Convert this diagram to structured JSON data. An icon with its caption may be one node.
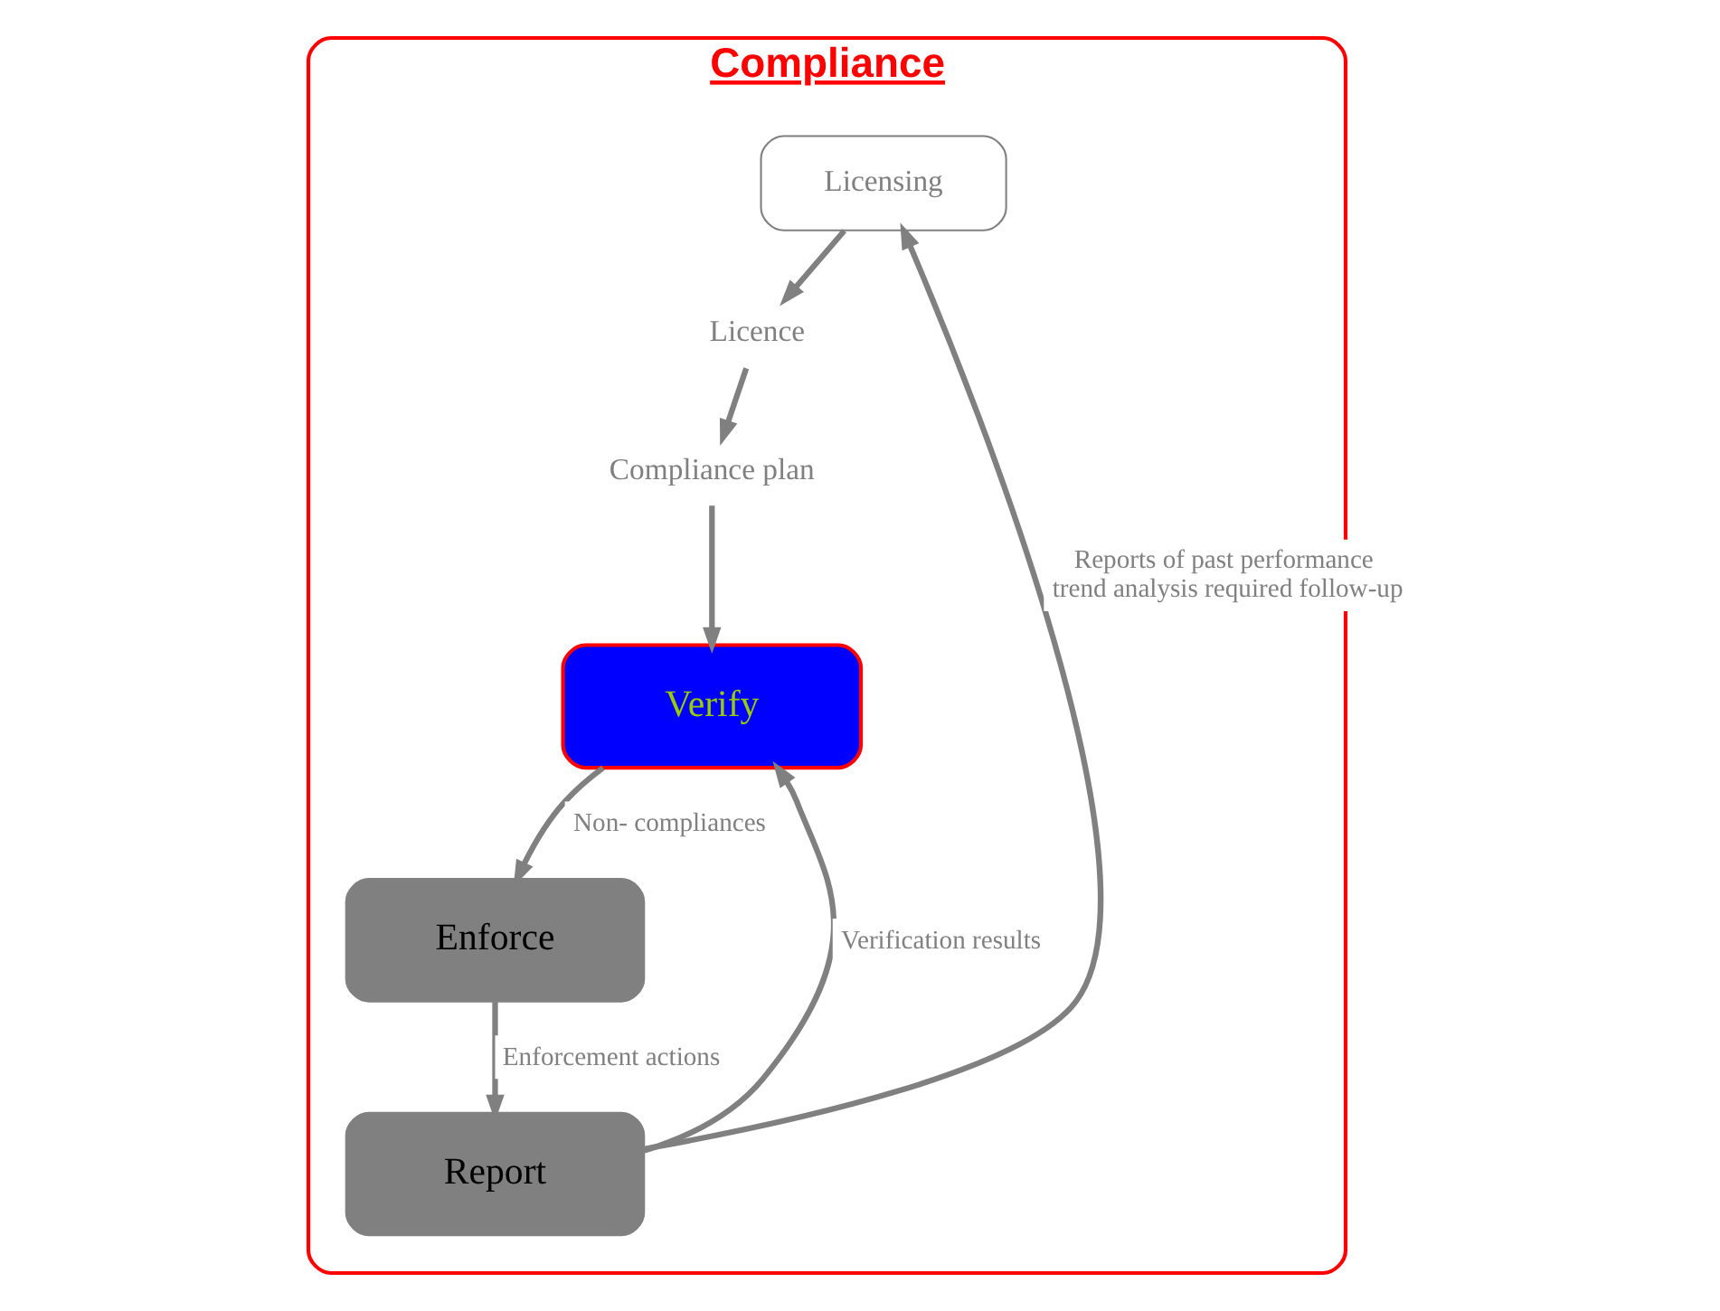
{
  "diagram": {
    "nodes": [
      {
        "text": [
          "Compliance"
        ]
      },
      {
        "text": [
          "Licensing"
        ],
        "in": 0
      },
      {
        "text": [
          "Licence"
        ],
        "in": 0
      },
      {
        "text": [
          "Compliance plan"
        ],
        "in": 0
      },
      {
        "text": [
          "Verify"
        ],
        "in": 0
      },
      {
        "text": [
          "Enforce"
        ],
        "in": 0
      },
      {
        "text": [
          "Report"
        ],
        "in": 0
      }
    ],
    "edges": [
      {
        "from": 1,
        "to": 2,
        "arrow": "to"
      },
      {
        "from": 2,
        "to": 3,
        "arrow": "to"
      },
      {
        "from": 3,
        "to": 4,
        "arrow": "to"
      },
      {
        "from": 4,
        "to": 5,
        "arrow": "to",
        "label": "Non- compliances"
      },
      {
        "from": 5,
        "to": 6,
        "arrow": "to",
        "label": "Enforcement actions"
      },
      {
        "from": 6,
        "to": 4,
        "arrow": "to",
        "label": "Verification results"
      },
      {
        "from": 6,
        "to": 1,
        "arrow": "to",
        "label": "Reports of past performance trend analysis required follow-up"
      }
    ]
  }
}
